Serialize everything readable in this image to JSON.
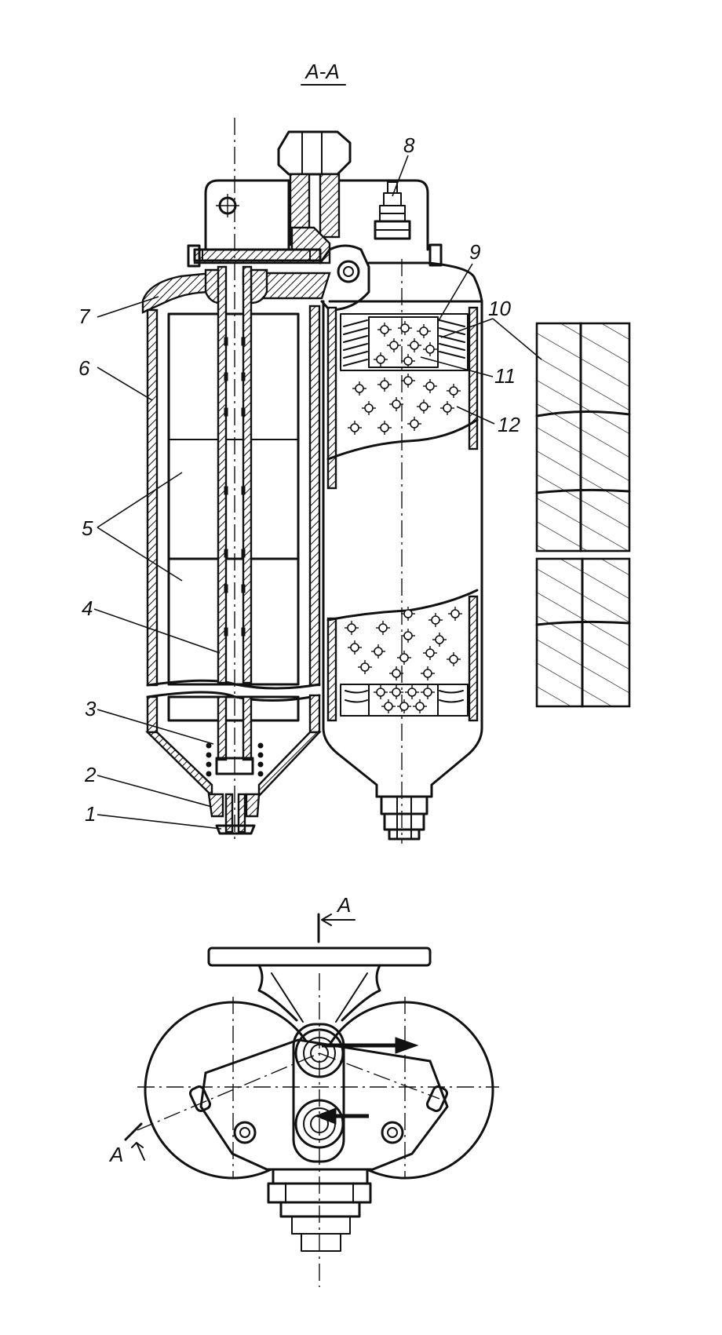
{
  "figure": {
    "section_title": "A-A",
    "section_mark_top": "A",
    "section_mark_left": "A"
  },
  "callouts": [
    {
      "id": "1",
      "text": "1"
    },
    {
      "id": "2",
      "text": "2"
    },
    {
      "id": "3",
      "text": "3"
    },
    {
      "id": "4",
      "text": "4"
    },
    {
      "id": "5",
      "text": "5"
    },
    {
      "id": "6",
      "text": "6"
    },
    {
      "id": "7",
      "text": "7"
    },
    {
      "id": "8",
      "text": "8"
    },
    {
      "id": "9",
      "text": "9"
    },
    {
      "id": "10",
      "text": "10"
    },
    {
      "id": "11",
      "text": "11"
    },
    {
      "id": "12",
      "text": "12"
    }
  ]
}
